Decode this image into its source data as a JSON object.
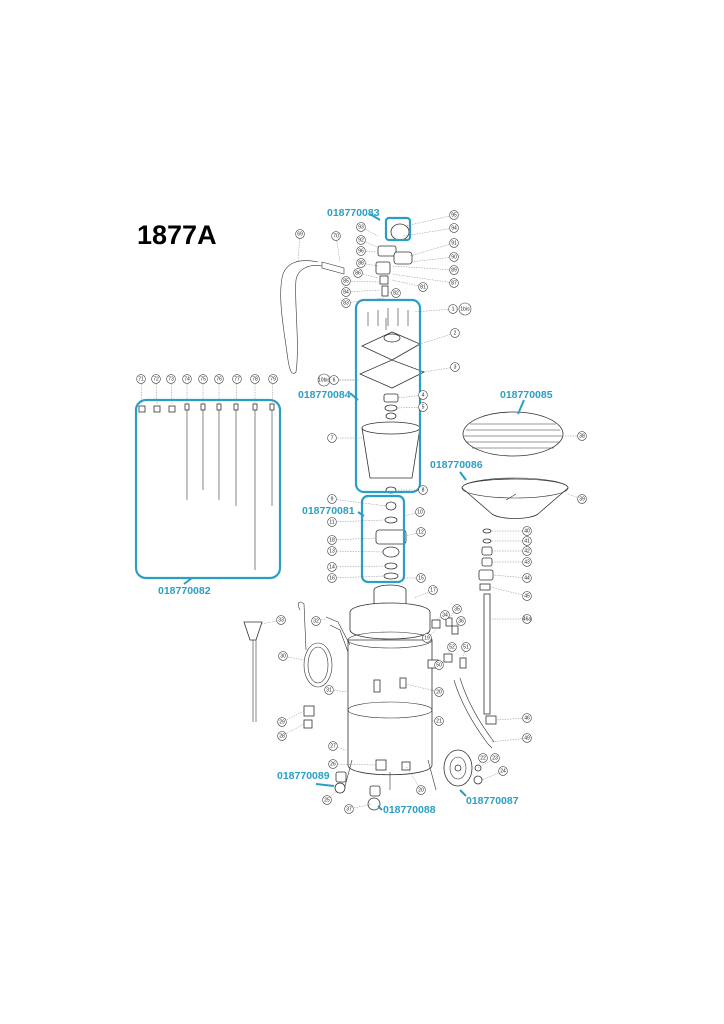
{
  "title": "1877A",
  "kits": [
    {
      "id": "k83",
      "label": "018770083"
    },
    {
      "id": "k84",
      "label": "018770084"
    },
    {
      "id": "k81",
      "label": "018770081"
    },
    {
      "id": "k82",
      "label": "018770082"
    },
    {
      "id": "k85",
      "label": "018770085"
    },
    {
      "id": "k86",
      "label": "018770086"
    },
    {
      "id": "k89",
      "label": "018770089"
    },
    {
      "id": "k88",
      "label": "018770088"
    },
    {
      "id": "k87",
      "label": "018770087"
    }
  ],
  "parts": [
    "95",
    "94",
    "93",
    "92",
    "91",
    "90",
    "89",
    "88",
    "87",
    "86",
    "85",
    "84",
    "83",
    "82",
    "81",
    "69",
    "70",
    "96",
    "1",
    "1bis",
    "2",
    "3",
    "10bis",
    "6",
    "4",
    "5",
    "7",
    "8",
    "9",
    "10",
    "11",
    "12",
    "13",
    "14",
    "15",
    "16",
    "17",
    "18",
    "71",
    "72",
    "73",
    "74",
    "75",
    "76",
    "77",
    "78",
    "79",
    "38",
    "39",
    "40",
    "41",
    "42",
    "43",
    "44",
    "45",
    "46a",
    "33",
    "32",
    "30",
    "31",
    "29",
    "28",
    "34",
    "35",
    "36",
    "19",
    "52",
    "51",
    "50",
    "20",
    "21",
    "27",
    "26",
    "25",
    "37",
    "46",
    "49",
    "22",
    "23",
    "24"
  ]
}
